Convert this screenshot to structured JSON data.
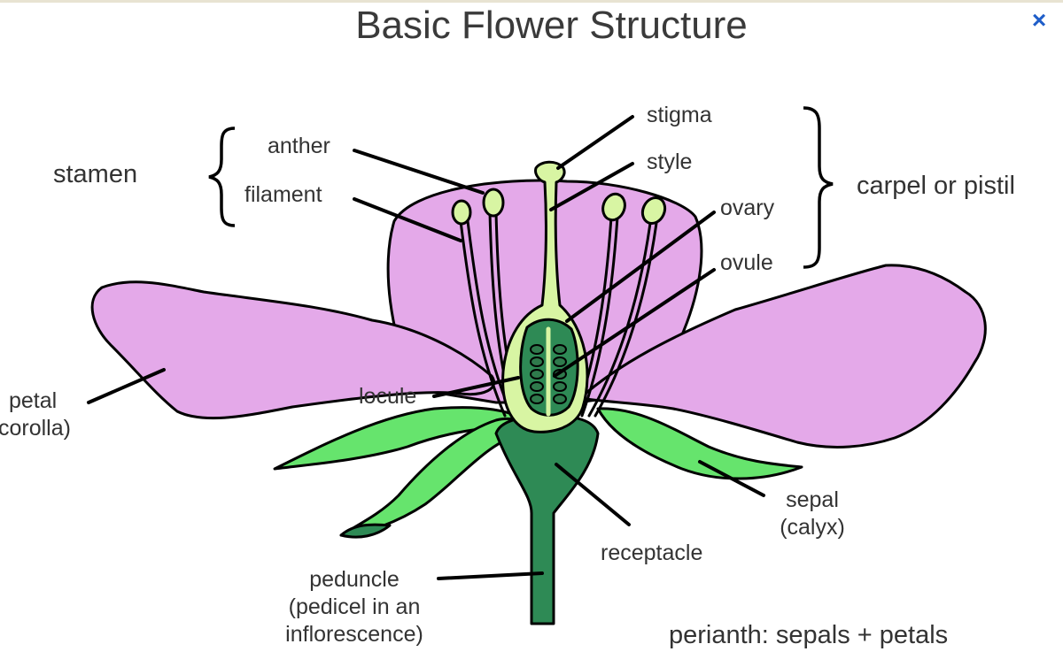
{
  "title": "Basic Flower Structure",
  "close_label": "×",
  "labels": {
    "stigma": "stigma",
    "style": "style",
    "anther": "anther",
    "filament": "filament",
    "stamen": "stamen",
    "carpel": "carpel or pistil",
    "ovary": "ovary",
    "ovule": "ovule",
    "locule": "locule",
    "petal": [
      "petal",
      "corolla)"
    ],
    "sepal": [
      "sepal",
      "(calyx)"
    ],
    "receptacle": "receptacle",
    "peduncle": [
      "peduncle",
      "(pedicel in an",
      "inflorescence)"
    ],
    "perianth": "perianth: sepals + petals"
  },
  "colors": {
    "petal": "#e4a9e9",
    "petal_shade": "#cf87d6",
    "sepal": "#66e46d",
    "receptacle": "#2e8a55",
    "pistil": "#d8f5a3",
    "ovule": "#2f7a4c",
    "outline": "#000000",
    "close": "#1f5ec9"
  }
}
